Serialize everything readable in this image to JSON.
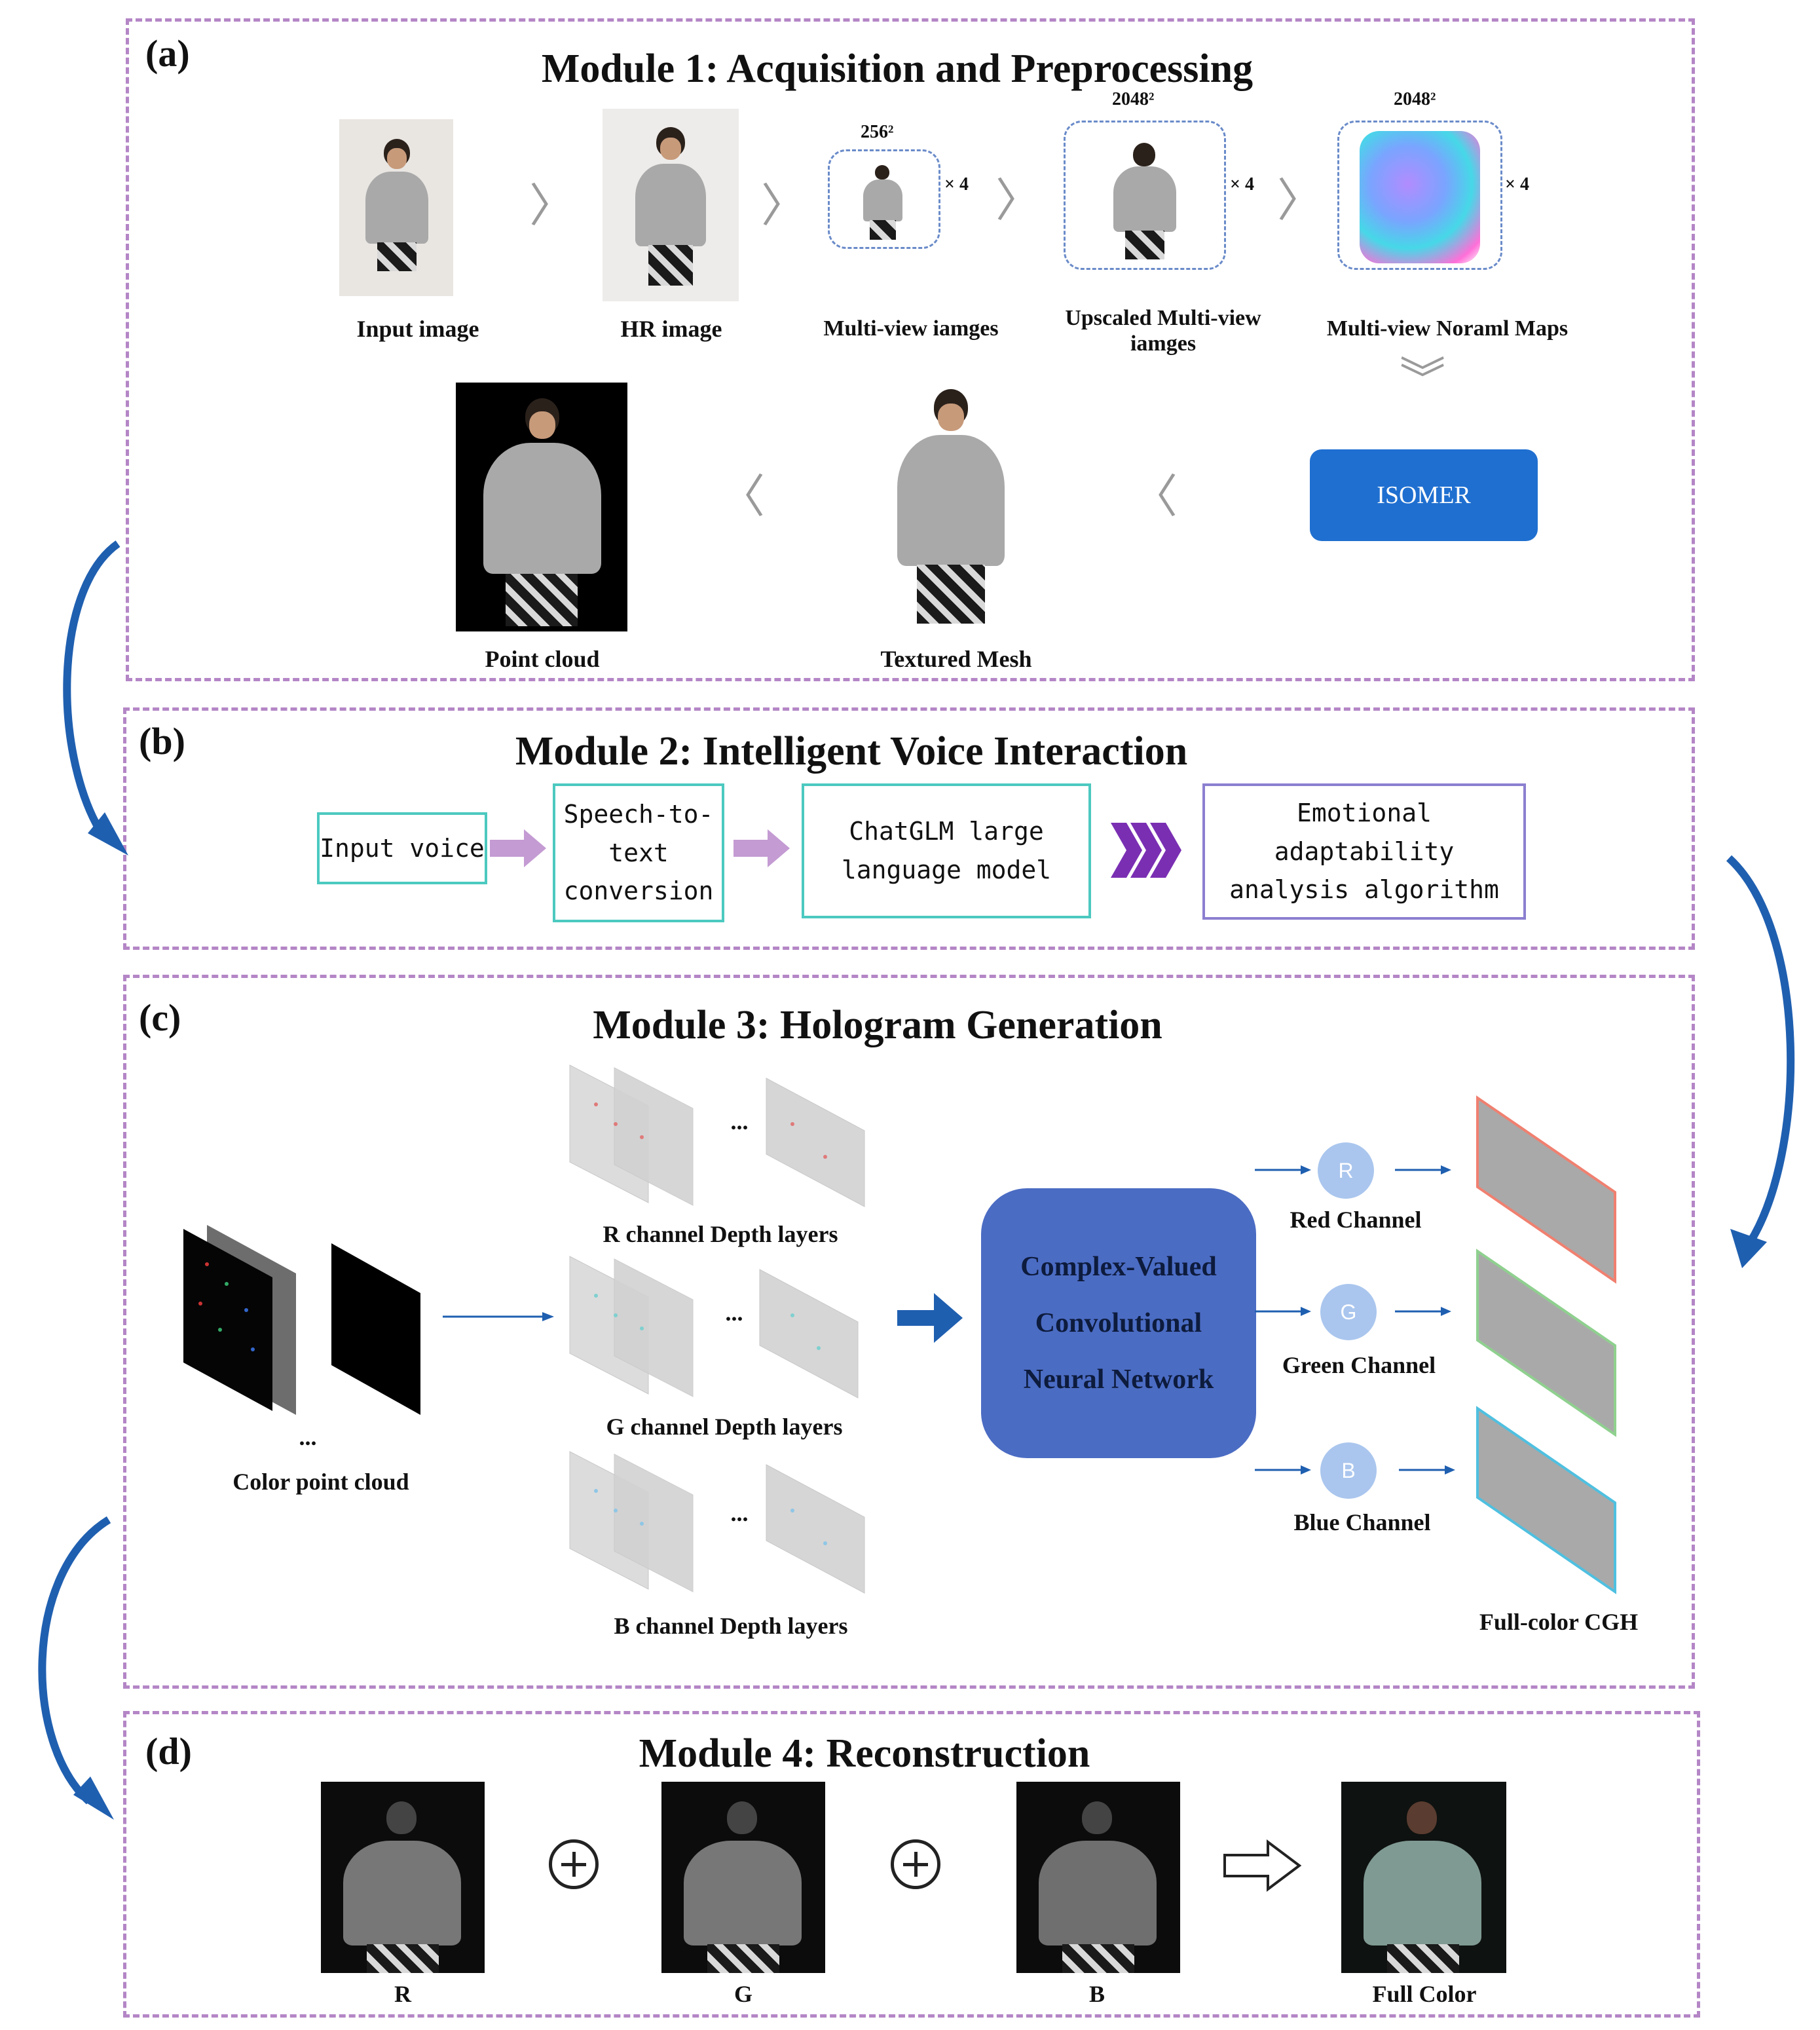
{
  "module1": {
    "tag": "(a)",
    "title": "Module 1: Acquisition and Preprocessing",
    "labels": {
      "input": "Input image",
      "hr": "HR image",
      "multiview": "Multi-view iamges",
      "upscaled": "Upscaled Multi-view iamges",
      "normal": "Multi-view Noraml Maps",
      "pointcloud": "Point cloud",
      "mesh": "Textured Mesh"
    },
    "res_256": "256²",
    "res_2048_a": "2048²",
    "res_2048_b": "2048²",
    "times4": "× 4",
    "isomer": "ISOMER"
  },
  "module2": {
    "tag": "(b)",
    "title": "Module 2: Intelligent Voice Interaction",
    "boxes": [
      "Input voice",
      "Speech-to-text conversion",
      "ChatGLM large language model",
      "Emotional adaptability analysis algorithm"
    ]
  },
  "module3": {
    "tag": "(c)",
    "title": "Module 3: Hologram Generation",
    "color_point_cloud": "Color point cloud",
    "ellipsis": "...",
    "r_layers": "R channel Depth layers",
    "g_layers": "G channel Depth layers",
    "b_layers": "B channel Depth layers",
    "cnn": "Complex-Valued Convolutional Neural Network",
    "red": "Red Channel",
    "green": "Green Channel",
    "blue": "Blue Channel",
    "r": "R",
    "g": "G",
    "b": "B",
    "cgh": "Full-color CGH"
  },
  "module4": {
    "tag": "(d)",
    "title": "Module 4: Reconstruction",
    "labels": [
      "R",
      "G",
      "B",
      "Full Color"
    ]
  },
  "colors": {
    "border": "#b486c6",
    "flow_arrow": "#1f5fb0",
    "isomer": "#1f6fd0",
    "cnn": "#4b6cc3"
  }
}
